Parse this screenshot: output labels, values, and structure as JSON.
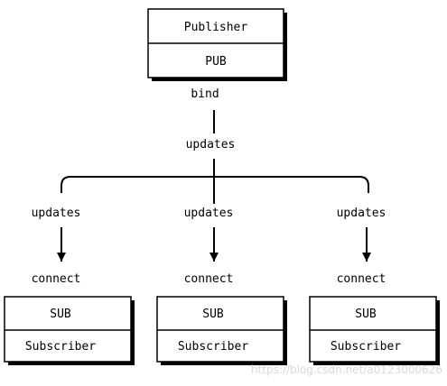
{
  "publisher": {
    "title": "Publisher",
    "socket": "PUB",
    "edge_label": "bind"
  },
  "trunk_label": "updates",
  "subscribers": [
    {
      "socket": "SUB",
      "title": "Subscriber",
      "arrow_label": "updates",
      "edge_label": "connect"
    },
    {
      "socket": "SUB",
      "title": "Subscriber",
      "arrow_label": "updates",
      "edge_label": "connect"
    },
    {
      "socket": "SUB",
      "title": "Subscriber",
      "arrow_label": "updates",
      "edge_label": "connect"
    }
  ],
  "watermark": "https://blog.csdn.net/a0123000626"
}
